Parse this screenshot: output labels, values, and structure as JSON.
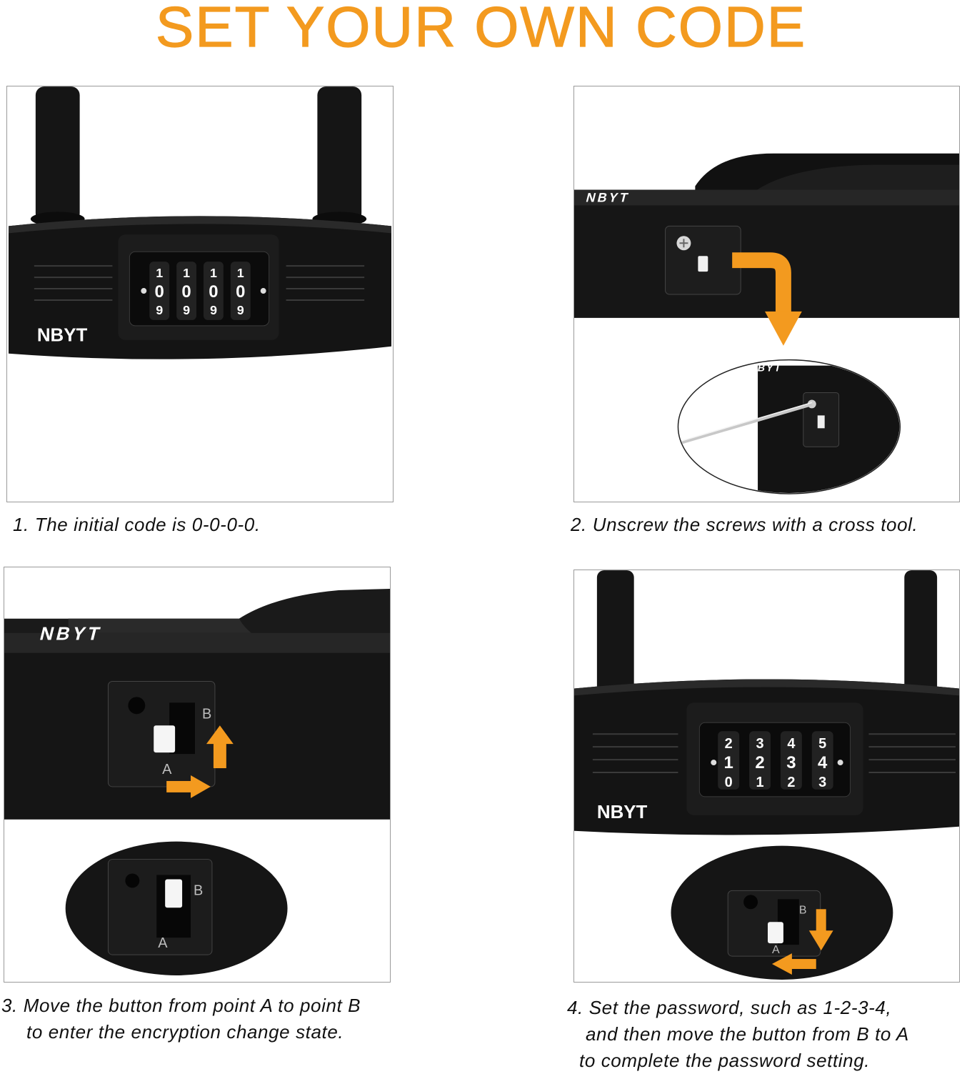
{
  "header": {
    "title": "SET YOUR OWN CODE"
  },
  "brand": "NBYT",
  "accent_color": "#f39a1f",
  "steps": [
    {
      "caption_lines": [
        "1. The initial code is 0-0-0-0."
      ],
      "dials": [
        {
          "top": "1",
          "mid": "0",
          "bot": "9"
        },
        {
          "top": "1",
          "mid": "0",
          "bot": "9"
        },
        {
          "top": "1",
          "mid": "0",
          "bot": "9"
        },
        {
          "top": "1",
          "mid": "0",
          "bot": "9"
        }
      ]
    },
    {
      "caption_lines": [
        "2. Unscrew the screws with a cross tool."
      ]
    },
    {
      "caption_lines": [
        "3. Move the button from point A to point B",
        "to enter the encryption change state."
      ],
      "point_a": "A",
      "point_b": "B"
    },
    {
      "caption_lines": [
        "4. Set the password, such as 1-2-3-4,",
        "and then move the button from B to A",
        "to complete the password setting."
      ],
      "dials": [
        {
          "top": "2",
          "mid": "1",
          "bot": "0"
        },
        {
          "top": "3",
          "mid": "2",
          "bot": "1"
        },
        {
          "top": "4",
          "mid": "3",
          "bot": "2"
        },
        {
          "top": "5",
          "mid": "4",
          "bot": "3"
        }
      ],
      "point_a": "A",
      "point_b": "B"
    }
  ]
}
